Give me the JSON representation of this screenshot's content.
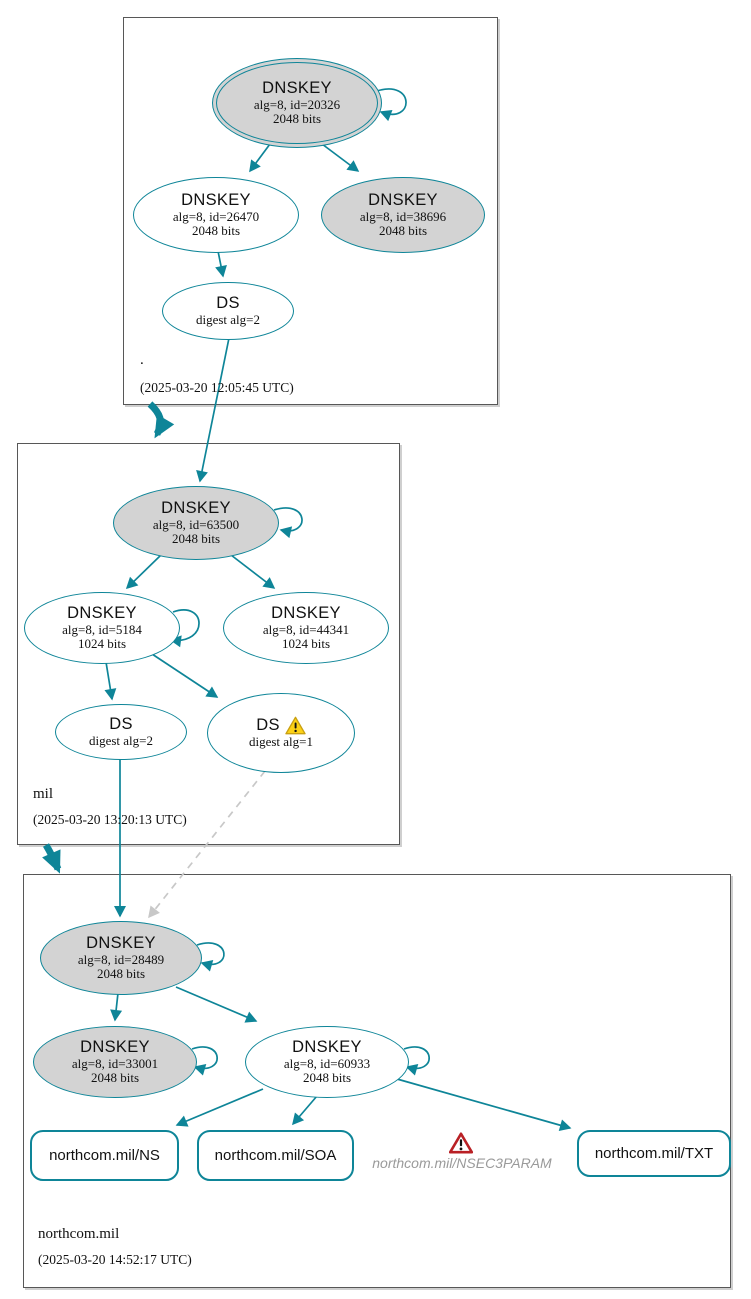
{
  "colors": {
    "edge_teal": "#0e8598",
    "node_gray_fill": "#d3d3d3",
    "box_border": "#575757",
    "dashed_gray": "#c8c8c8",
    "warning_yellow": "#fcd116",
    "error_red": "#b92025",
    "muted_text": "#9a9a9a"
  },
  "zones": [
    {
      "name": ".",
      "timestamp": "(2025-03-20 12:05:45 UTC)"
    },
    {
      "name": "mil",
      "timestamp": "(2025-03-20 13:20:13 UTC)"
    },
    {
      "name": "northcom.mil",
      "timestamp": "(2025-03-20 14:52:17 UTC)"
    }
  ],
  "nodes": {
    "ksk_root": {
      "title": "DNSKEY",
      "line1": "alg=8, id=20326",
      "line2": "2048 bits"
    },
    "zsk_root": {
      "title": "DNSKEY",
      "line1": "alg=8, id=26470",
      "line2": "2048 bits"
    },
    "rev_root": {
      "title": "DNSKEY",
      "line1": "alg=8, id=38696",
      "line2": "2048 bits"
    },
    "ds_root": {
      "title": "DS",
      "line1": "digest alg=2"
    },
    "ksk_mil": {
      "title": "DNSKEY",
      "line1": "alg=8, id=63500",
      "line2": "2048 bits"
    },
    "zsk_mil": {
      "title": "DNSKEY",
      "line1": "alg=8, id=5184",
      "line2": "1024 bits"
    },
    "zsk2_mil": {
      "title": "DNSKEY",
      "line1": "alg=8, id=44341",
      "line2": "1024 bits"
    },
    "ds_mil_2": {
      "title": "DS",
      "line1": "digest alg=2"
    },
    "ds_mil_1": {
      "title": "DS",
      "line1": "digest alg=1"
    },
    "ksk_nc": {
      "title": "DNSKEY",
      "line1": "alg=8, id=28489",
      "line2": "2048 bits"
    },
    "key_33001": {
      "title": "DNSKEY",
      "line1": "alg=8, id=33001",
      "line2": "2048 bits"
    },
    "key_60933": {
      "title": "DNSKEY",
      "line1": "alg=8, id=60933",
      "line2": "2048 bits"
    }
  },
  "rrsets": {
    "ns": {
      "label": "northcom.mil/NS"
    },
    "soa": {
      "label": "northcom.mil/SOA"
    },
    "nsec3param": {
      "label": "northcom.mil/NSEC3PARAM"
    },
    "txt": {
      "label": "northcom.mil/TXT"
    }
  }
}
